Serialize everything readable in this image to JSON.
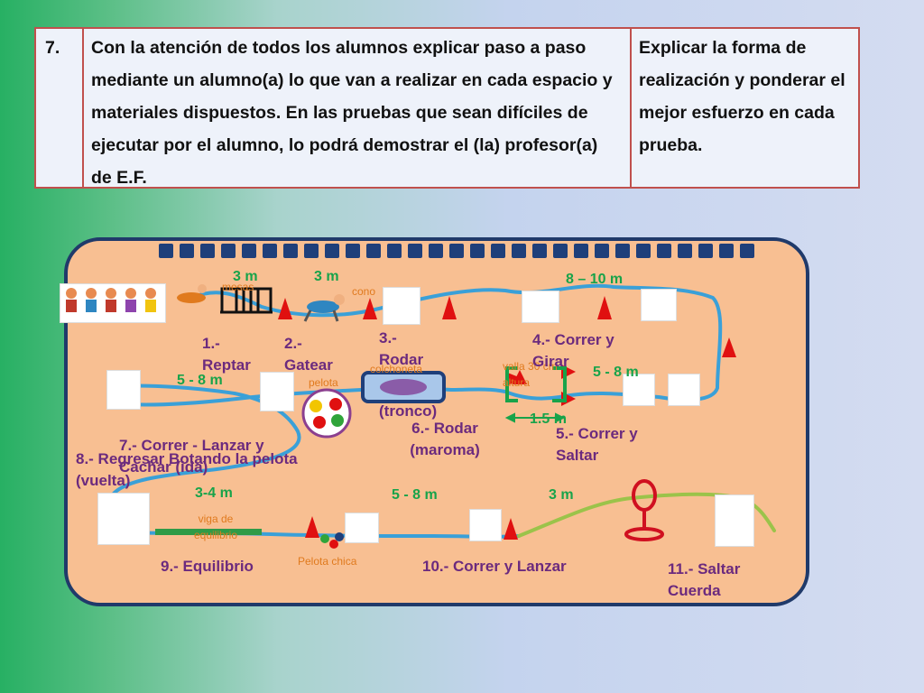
{
  "table": {
    "number": "7.",
    "description": "Con la atención de todos los alumnos explicar paso a paso mediante un alumno(a) lo que van a realizar en cada espacio y materiales dispuestos. En las pruebas que sean difíciles de ejecutar por el alumno, lo podrá demostrar el (la) profesor(a) de E.F.",
    "objective": "Explicar la forma de realización y ponderar el mejor esfuerzo en cada prueba."
  },
  "stations": {
    "s1": "1.- Reptar",
    "s2": "2.- Gatear",
    "s3": "3.- Rodar",
    "s3b": "(tronco)",
    "s4": "4.- Correr y Girar",
    "s5": "5.- Correr y Saltar",
    "s6": "6.- Rodar (maroma)",
    "s7": "7.- Correr - Lanzar y Cachar (ida)",
    "s8": "8.- Regresar Botando la pelota (vuelta)",
    "s9": "9.- Equilibrio",
    "s10": "10.- Correr y Lanzar",
    "s11": "11.- Saltar Cuerda"
  },
  "distances": {
    "d1": "3 m",
    "d2": "3 m",
    "d3": "8 – 10 m",
    "d4": "5 - 8 m",
    "d5": "5 - 8 m",
    "d6": "1.5 m",
    "d7": "3-4 m",
    "d8": "5 - 8 m",
    "d9": "3 m"
  },
  "materials": {
    "mesas": "mesas",
    "cono": "cono",
    "colchoneta": "colchoneta",
    "pelota": "pelota",
    "valla": "valla 30 cm altura",
    "viga": "viga de equilibrio",
    "pelota_chica": "Pelota chica"
  },
  "colors": {
    "border_red": "#c0504d",
    "field": "#f8bf92",
    "path_blue": "#3aa0d8",
    "path_green": "#9bc34a",
    "cone_red": "#e01010",
    "label_purple": "#6b2a7e",
    "label_green": "#18a34a",
    "label_orange": "#e07a1e"
  }
}
